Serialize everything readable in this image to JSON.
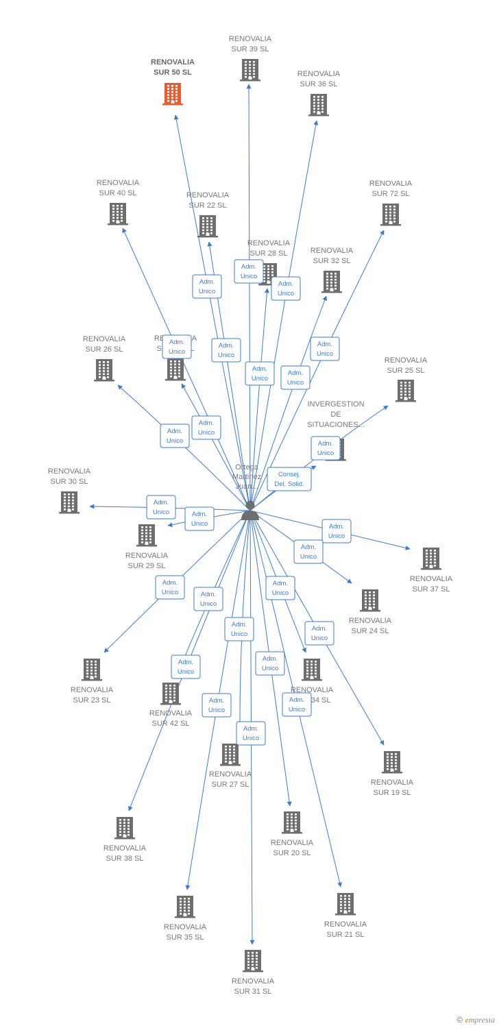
{
  "colors": {
    "edge": "#3a7bd5",
    "building": "#6e6e6e",
    "building_main": "#f05a28",
    "person": "#6e6e6e"
  },
  "center": {
    "lines": [
      "Ortega",
      "Martinez",
      "Juan..."
    ]
  },
  "companies": [
    {
      "id": "sur50",
      "lines": [
        "RENOVALIA",
        "SUR 50  SL"
      ],
      "main": true
    },
    {
      "id": "sur39",
      "lines": [
        "RENOVALIA",
        "SUR 39  SL"
      ]
    },
    {
      "id": "sur36",
      "lines": [
        "RENOVALIA",
        "SUR 36  SL"
      ]
    },
    {
      "id": "sur40",
      "lines": [
        "RENOVALIA",
        "SUR 40  SL"
      ]
    },
    {
      "id": "sur22",
      "lines": [
        "RENOVALIA",
        "SUR 22  SL"
      ]
    },
    {
      "id": "sur72",
      "lines": [
        "RENOVALIA",
        "SUR 72  SL"
      ]
    },
    {
      "id": "sur28",
      "lines": [
        "RENOVALIA",
        "SUR 28  SL"
      ]
    },
    {
      "id": "sur32",
      "lines": [
        "RENOVALIA",
        "SUR 32  SL"
      ]
    },
    {
      "id": "sur26",
      "lines": [
        "RENOVALIA",
        "SUR 26  SL"
      ]
    },
    {
      "id": "sur33",
      "lines": [
        "RENOVALIA",
        "SUR 33  SL"
      ]
    },
    {
      "id": "sur25",
      "lines": [
        "RENOVALIA",
        "SUR 25  SL"
      ]
    },
    {
      "id": "inverg",
      "lines": [
        "INVERGESTION",
        "DE",
        "SITUACIONES..."
      ]
    },
    {
      "id": "sur30",
      "lines": [
        "RENOVALIA",
        "SUR 30  SL"
      ]
    },
    {
      "id": "sur29",
      "lines": [
        "RENOVALIA",
        "SUR 29  SL"
      ]
    },
    {
      "id": "sur37",
      "lines": [
        "RENOVALIA",
        "SUR 37  SL"
      ]
    },
    {
      "id": "sur24",
      "lines": [
        "RENOVALIA",
        "SUR 24  SL"
      ]
    },
    {
      "id": "sur23",
      "lines": [
        "RENOVALIA",
        "SUR 23  SL"
      ]
    },
    {
      "id": "sur42",
      "lines": [
        "RENOVALIA",
        "SUR 42  SL"
      ]
    },
    {
      "id": "sur34",
      "lines": [
        "RENOVALIA",
        "SUR 34  SL"
      ]
    },
    {
      "id": "sur19",
      "lines": [
        "RENOVALIA",
        "SUR 19  SL"
      ]
    },
    {
      "id": "sur27",
      "lines": [
        "RENOVALIA",
        "SUR 27  SL"
      ]
    },
    {
      "id": "sur20",
      "lines": [
        "RENOVALIA",
        "SUR 20  SL"
      ]
    },
    {
      "id": "sur38",
      "lines": [
        "RENOVALIA",
        "SUR 38  SL"
      ]
    },
    {
      "id": "sur35",
      "lines": [
        "RENOVALIA",
        "SUR 35  SL"
      ]
    },
    {
      "id": "sur21",
      "lines": [
        "RENOVALIA",
        "SUR 21  SL"
      ]
    },
    {
      "id": "sur31",
      "lines": [
        "RENOVALIA",
        "SUR 31  SL"
      ]
    }
  ],
  "edges": [
    {
      "to": "sur50",
      "label": [
        "Adm.",
        "Unico"
      ]
    },
    {
      "to": "sur39",
      "label": [
        "Adm.",
        "Unico"
      ]
    },
    {
      "to": "sur36",
      "label": [
        "Adm.",
        "Unico"
      ]
    },
    {
      "to": "sur40",
      "label": [
        "Adm.",
        "Unico"
      ]
    },
    {
      "to": "sur22",
      "label": [
        "Adm.",
        "Unico"
      ]
    },
    {
      "to": "sur72",
      "label": [
        "Adm.",
        "Unico"
      ]
    },
    {
      "to": "sur28",
      "label": [
        "Adm.",
        "Unico"
      ]
    },
    {
      "to": "sur32",
      "label": [
        "Adm.",
        "Unico"
      ]
    },
    {
      "to": "sur26",
      "label": [
        "Adm.",
        "Unico"
      ]
    },
    {
      "to": "sur33",
      "label": [
        "Adm.",
        "Unico"
      ]
    },
    {
      "to": "sur25",
      "label": [
        "Adm.",
        "Unico"
      ]
    },
    {
      "to": "inverg",
      "label": [
        "Consej.",
        "Del. Solid."
      ]
    },
    {
      "to": "sur30",
      "label": [
        "Adm.",
        "Unico"
      ]
    },
    {
      "to": "sur29",
      "label": [
        "Adm.",
        "Unico"
      ]
    },
    {
      "to": "sur37",
      "label": [
        "Adm.",
        "Unico"
      ]
    },
    {
      "to": "sur24",
      "label": [
        "Adm.",
        "Unico"
      ]
    },
    {
      "to": "sur23",
      "label": [
        "Adm.",
        "Unico"
      ]
    },
    {
      "to": "sur42",
      "label": [
        "Adm.",
        "Unico"
      ]
    },
    {
      "to": "sur34",
      "label": [
        "Adm.",
        "Unico"
      ]
    },
    {
      "to": "sur19",
      "label": [
        "Adm.",
        "Unico"
      ]
    },
    {
      "to": "sur27",
      "label": [
        "Adm.",
        "Unico"
      ]
    },
    {
      "to": "sur20",
      "label": [
        "Adm.",
        "Unico"
      ]
    },
    {
      "to": "sur38",
      "label": [
        "Adm.",
        "Unico"
      ]
    },
    {
      "to": "sur35",
      "label": [
        "Adm.",
        "Unico"
      ]
    },
    {
      "to": "sur21",
      "label": [
        "Adm.",
        "Unico"
      ]
    },
    {
      "to": "sur31",
      "label": [
        "Adm.",
        "Unico"
      ]
    }
  ],
  "footer": {
    "copyright": "©",
    "brand_initial": "e",
    "brand_rest": "mpresia"
  }
}
